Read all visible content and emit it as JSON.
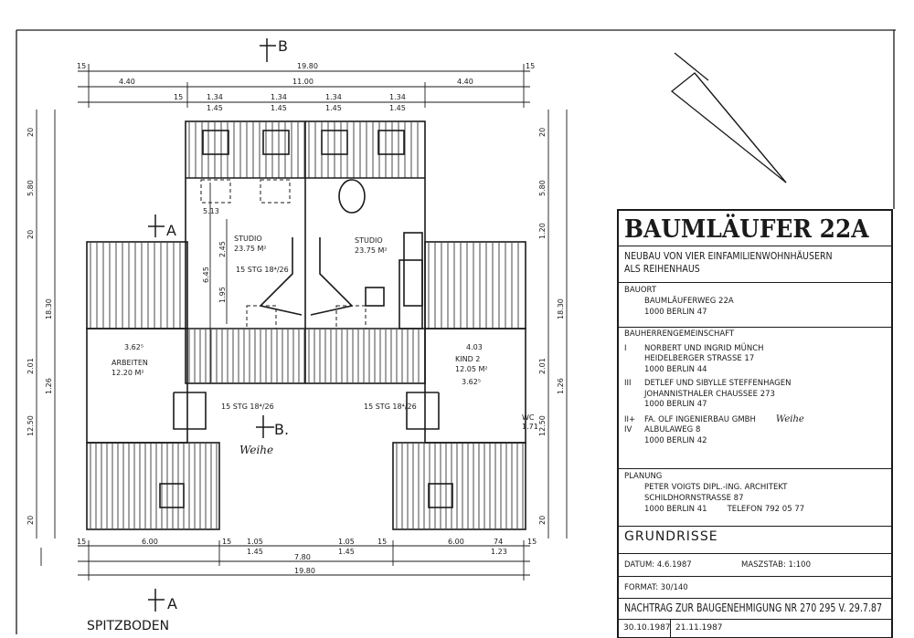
{
  "title_block": {
    "title": "BAUMLÄUFER 22A",
    "subtitle_line1": "NEUBAU VON VIER EINFAMILIENWOHNHÄUSERN",
    "subtitle_line2": "ALS REIHENHAUS",
    "bauort": {
      "label": "BAUORT",
      "street": "BAUMLÄUFERWEG 22A",
      "city": "1000 BERLIN 47"
    },
    "bauherren": {
      "label": "BAUHERRENGEMEINSCHAFT",
      "entries": [
        {
          "numeral": "I",
          "lines": [
            "NORBERT UND INGRID MÜNCH",
            "HEIDELBERGER STRASSE 17",
            "1000 BERLIN 44"
          ]
        },
        {
          "numeral": "III",
          "lines": [
            "DETLEF UND SIBYLLE STEFFENHAGEN",
            "JOHANNISTHALER CHAUSSEE 273",
            "1000 BERLIN 47"
          ]
        },
        {
          "numeral": "II+",
          "numeral2": "IV",
          "lines": [
            "FA. OLF INGENIERBAU GMBH",
            "ALBULAWEG 8",
            "1000 BERLIN 42"
          ],
          "handwritten": "Weihe"
        }
      ]
    },
    "planung": {
      "label": "PLANUNG",
      "lines": [
        "PETER VOIGTS DIPL.-ING. ARCHITEKT",
        "SCHILDHORNSTRASSE 87",
        "1000 BERLIN 41"
      ],
      "phone": "TELEFON 792 05 77"
    },
    "drawing_type": "GRUNDRISSE",
    "datum": "DATUM: 4.6.1987",
    "massstab": "MASZSTAB: 1:100",
    "format": "FORMAT: 30/140",
    "nachtrag": "NACHTRAG ZUR BAUGENEHMIGUNG NR 270 295 V. 29.7.87",
    "date1": "30.10.1987",
    "date2": "21.11.1987"
  },
  "plan": {
    "floor_label": "SPITZBODEN",
    "section_b_top": "B",
    "section_b_mid": "B.",
    "section_a_left": "A",
    "section_a_bottom": "A",
    "handwritten": "Weihe",
    "rooms": [
      {
        "name": "STUDIO",
        "area": "23.75 M²"
      },
      {
        "name": "STUDIO",
        "area": "23.75 M²"
      },
      {
        "name": "ARBEITEN",
        "area": "12.20 M²"
      },
      {
        "name": "KIND 2",
        "area": "12.05 M²"
      },
      {
        "name": "WC",
        "area": "1.71"
      }
    ],
    "stairs": [
      "15 STG 18⁴/26",
      "15 STG 18⁴/26",
      "15 STG 18⁴/26"
    ],
    "dims_top": {
      "total": "19.80",
      "left": "4.40",
      "mid": "11.00",
      "right": "4.40",
      "edge": "15",
      "win": "1.34",
      "win2": "1.45"
    },
    "dims_bottom": {
      "left": "6.00",
      "right": "6.00",
      "edge": "15",
      "w1": "1.05",
      "w2": "1.45",
      "w3": "74",
      "w4": "1.23",
      "mid": "7.80",
      "total": "19.80"
    },
    "dims_left": [
      "20",
      "5.80",
      "20",
      "18.30",
      "12.50",
      "2.01",
      "1.26",
      "20"
    ],
    "dims_right": [
      "20",
      "5.80",
      "1.20",
      "18.30",
      "12.50",
      "2.01",
      "1.26",
      "20"
    ],
    "misc_dims": [
      "5.13",
      "3.62⁵",
      "4.03",
      "3.62⁵",
      "2.45",
      "1.95",
      "6.45"
    ]
  }
}
